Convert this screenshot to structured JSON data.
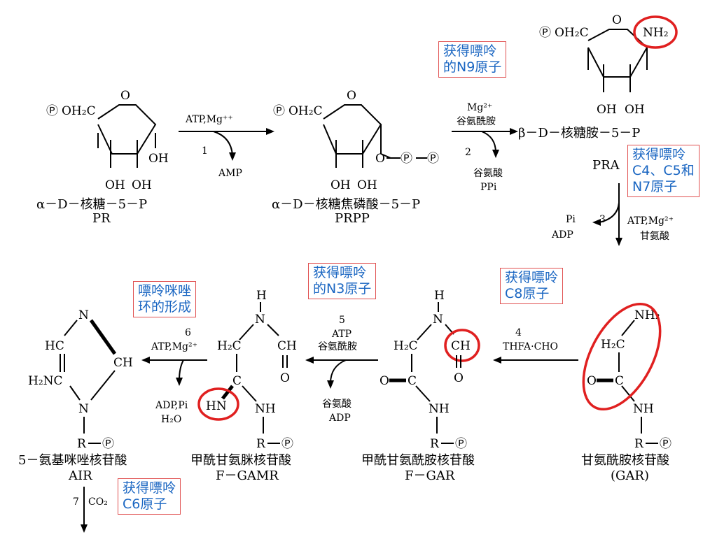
{
  "notes": {
    "n9": "获得嘌呤\n的N9原子",
    "c4c5n7": "获得嘌呤\nC4、C5和\nN7原子",
    "n3": "获得嘌呤\n的N3原子",
    "c8": "获得嘌呤\nC8原子",
    "ring": "嘌呤咪唑\n环的形成",
    "c6": "获得嘌呤\nC6原子"
  },
  "compounds": {
    "pr": {
      "name": "α－D－核糖－5－P",
      "abbr": "PR"
    },
    "prpp": {
      "name": "α－D－核糖焦磷酸－5－P",
      "abbr": "PRPP"
    },
    "pra": {
      "name": "β－D－核糖胺－5－P",
      "abbr": "PRA"
    },
    "gar": {
      "name": "甘氨酰胺核苷酸",
      "abbr": "(GAR)"
    },
    "fgar": {
      "name": "甲酰甘氨酰胺核苷酸",
      "abbr": "F－GAR"
    },
    "fgamr": {
      "name": "甲酰甘氨脒核苷酸",
      "abbr": "F－GAMR"
    },
    "air": {
      "name": "5－氨基咪唑核苷酸",
      "abbr": "AIR"
    }
  },
  "steps": {
    "s1": {
      "num": "1",
      "top": "ATP,Mg⁺⁺",
      "out": "AMP"
    },
    "s2": {
      "num": "2",
      "top1": "Mg²⁺",
      "top2": "谷氨酰胺",
      "out1": "谷氨酸",
      "out2": "PPi"
    },
    "s3": {
      "num": "3",
      "in1": "ATP,Mg²⁺",
      "in2": "甘氨酸",
      "out1": "Pi",
      "out2": "ADP"
    },
    "s4": {
      "num": "4",
      "top": "THFA·CHO"
    },
    "s5": {
      "num": "5",
      "top1": "ATP",
      "top2": "谷氨酰胺",
      "out1": "谷氨酸",
      "out2": "ADP"
    },
    "s6": {
      "num": "6",
      "top": "ATP,Mg²⁺",
      "out1": "ADP,Pi",
      "out2": "H₂O"
    },
    "s7": {
      "num": "7",
      "out": "CO₂"
    }
  },
  "atoms": {
    "p": "Ⓟ",
    "oh2c": "OH₂C",
    "o": "O",
    "oh": "OH",
    "nh2": "NH₂",
    "h2c": "H₂C",
    "h": "H",
    "n": "N",
    "nh": "NH",
    "hn": "HN",
    "ch": "CH",
    "c": "C",
    "hc": "HC",
    "h2n_c": "H₂NC",
    "r": "R"
  },
  "colors": {
    "highlight": "#e02020",
    "note_text": "#1a66c2",
    "note_border": "#e05050"
  }
}
